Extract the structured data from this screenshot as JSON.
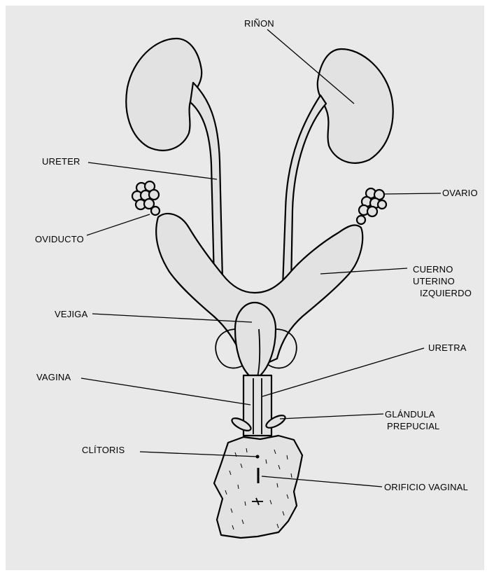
{
  "labels": {
    "rinon": "RIÑON",
    "ureter": "URETER",
    "ovario": "OVARIO",
    "oviducto": "OVIDUCTO",
    "cuerno_1": "CUERNO",
    "cuerno_2": "UTERINO",
    "cuerno_3": "IZQUIERDO",
    "vejiga": "VEJIGA",
    "uretra": "URETRA",
    "vagina": "VAGINA",
    "glandula_1": "GLÁNDULA",
    "glandula_2": "PREPUCIAL",
    "clitoris": "CLÍTORIS",
    "orificio": "ORIFICIO VAGINAL"
  }
}
